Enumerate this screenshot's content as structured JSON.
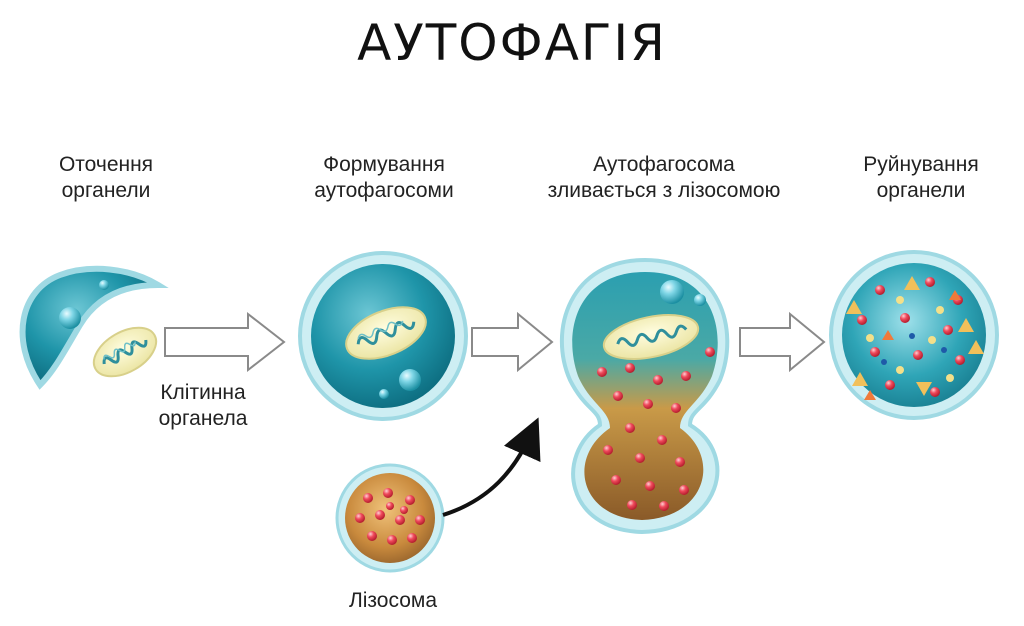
{
  "title": "АУТОФАГІЯ",
  "stages": [
    {
      "line1": "Оточення",
      "line2": "органели"
    },
    {
      "line1": "Формування",
      "line2": "аутофагосоми"
    },
    {
      "line1": "Аутофагосома",
      "line2": "зливається з лізосомою"
    },
    {
      "line1": "Руйнування",
      "line2": "органели"
    }
  ],
  "organelle_label": {
    "line1": "Клітинна",
    "line2": "органела"
  },
  "lysosome_label": "Лізосома",
  "colors": {
    "membrane": "#8fd3e0",
    "interior": "#1c8fa2",
    "mito": "#f1efb8",
    "lysosome": "#c6853a",
    "particle": "#e8374a"
  }
}
